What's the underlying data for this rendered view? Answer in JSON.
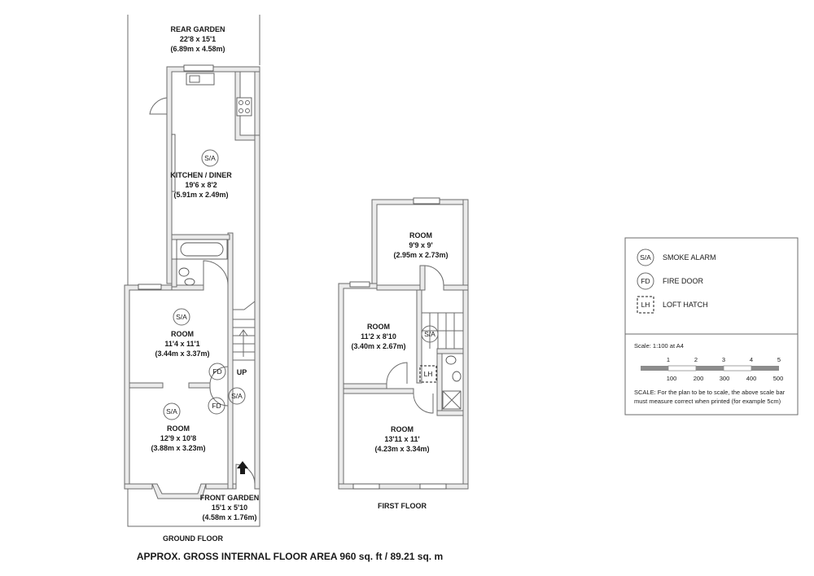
{
  "rooms": {
    "rear_garden": {
      "name": "REAR GARDEN",
      "imperial": "22'8 x 15'1",
      "metric": "(6.89m x 4.58m)"
    },
    "kitchen": {
      "name": "KITCHEN / DINER",
      "imperial": "19'6 x 8'2",
      "metric": "(5.91m x 2.49m)"
    },
    "ground_room_1": {
      "name": "ROOM",
      "imperial": "11'4 x 11'1",
      "metric": "(3.44m x 3.37m)"
    },
    "ground_room_2": {
      "name": "ROOM",
      "imperial": "12'9 x 10'8",
      "metric": "(3.88m x 3.23m)"
    },
    "front_garden": {
      "name": "FRONT GARDEN",
      "imperial": "15'1 x 5'10",
      "metric": "(4.58m x 1.76m)"
    },
    "first_room_top": {
      "name": "ROOM",
      "imperial": "9'9 x 9'",
      "metric": "(2.95m x 2.73m)"
    },
    "first_room_mid": {
      "name": "ROOM",
      "imperial": "11'2 x 8'10",
      "metric": "(3.40m x 2.67m)"
    },
    "first_room_bottom": {
      "name": "ROOM",
      "imperial": "13'11 x 11'",
      "metric": "(4.23m x 3.34m)"
    }
  },
  "symbols": {
    "sa": "S/A",
    "fd": "FD",
    "lh": "LH",
    "up": "UP"
  },
  "captions": {
    "ground_floor": "GROUND FLOOR",
    "first_floor": "FIRST FLOOR",
    "area": "APPROX. GROSS INTERNAL FLOOR AREA 960 sq. ft / 89.21 sq. m"
  },
  "legend": {
    "smoke_alarm": "SMOKE ALARM",
    "fire_door": "FIRE DOOR",
    "loft_hatch": "LOFT HATCH",
    "scale_title": "Scale: 1:100 at A4",
    "scale_top_ticks": [
      "1",
      "2",
      "3",
      "4",
      "5"
    ],
    "scale_bottom_ticks": [
      "100",
      "200",
      "300",
      "400",
      "500"
    ],
    "note_line1": "SCALE: For the plan to be to scale, the above scale bar",
    "note_line2": "must measure correct when printed (for example 5cm)"
  }
}
